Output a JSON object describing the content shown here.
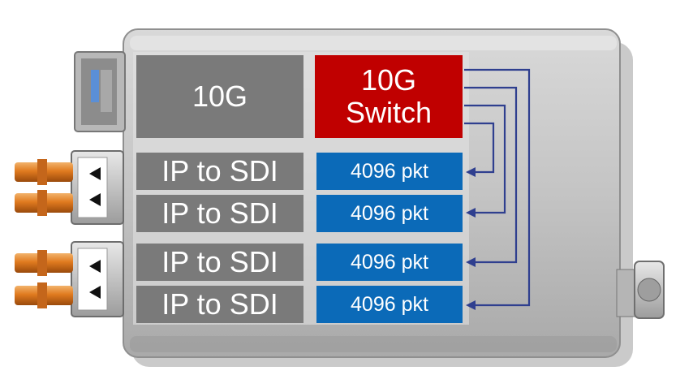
{
  "uplink_label": "10G",
  "switch_label": {
    "line1": "10G",
    "line2": "Switch"
  },
  "channels": [
    {
      "converter": "IP to SDI",
      "buffer": "4096 pkt"
    },
    {
      "converter": "IP to SDI",
      "buffer": "4096 pkt"
    },
    {
      "converter": "IP to SDI",
      "buffer": "4096 pkt"
    },
    {
      "converter": "IP to SDI",
      "buffer": "4096 pkt"
    }
  ],
  "colors": {
    "converter_box": "#7a7a7a",
    "switch_box": "#c00000",
    "buffer_box": "#0b6ab8",
    "connection_line": "#2f3f8f"
  },
  "hardware": {
    "device": "metal-enclosure",
    "ports": [
      "sfp-cage",
      "bnc-pair-upper",
      "bnc-pair-lower",
      "side-bnc-connector"
    ]
  }
}
